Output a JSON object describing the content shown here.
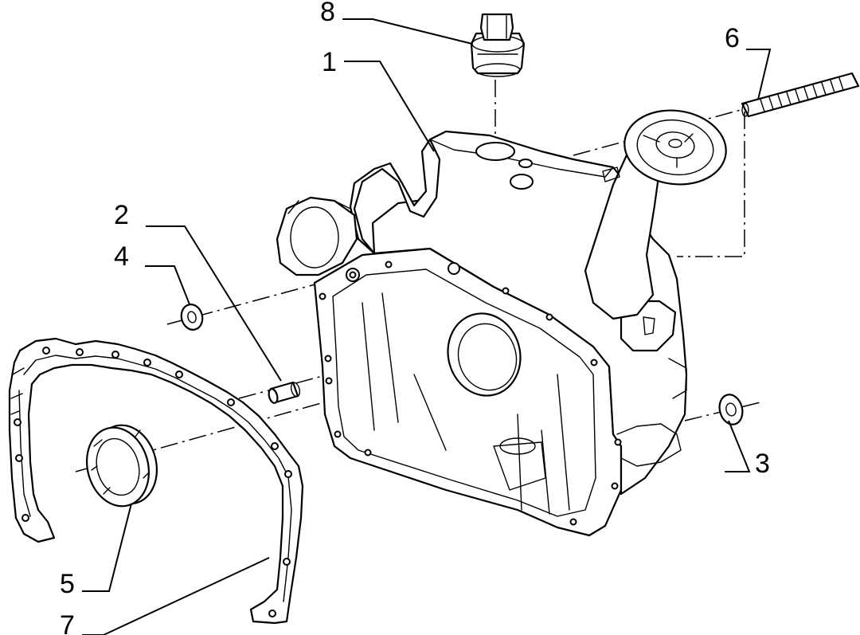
{
  "diagram": {
    "callouts": [
      {
        "id": "c1",
        "label": "1",
        "part": "cover-housing"
      },
      {
        "id": "c2",
        "label": "2",
        "part": "dowel-pin"
      },
      {
        "id": "c3",
        "label": "3",
        "part": "washer-right"
      },
      {
        "id": "c4",
        "label": "4",
        "part": "washer-left"
      },
      {
        "id": "c5",
        "label": "5",
        "part": "oil-seal-ring"
      },
      {
        "id": "c6",
        "label": "6",
        "part": "stud-bolt"
      },
      {
        "id": "c7",
        "label": "7",
        "part": "gasket"
      },
      {
        "id": "c8",
        "label": "8",
        "part": "filler-cap"
      }
    ]
  }
}
